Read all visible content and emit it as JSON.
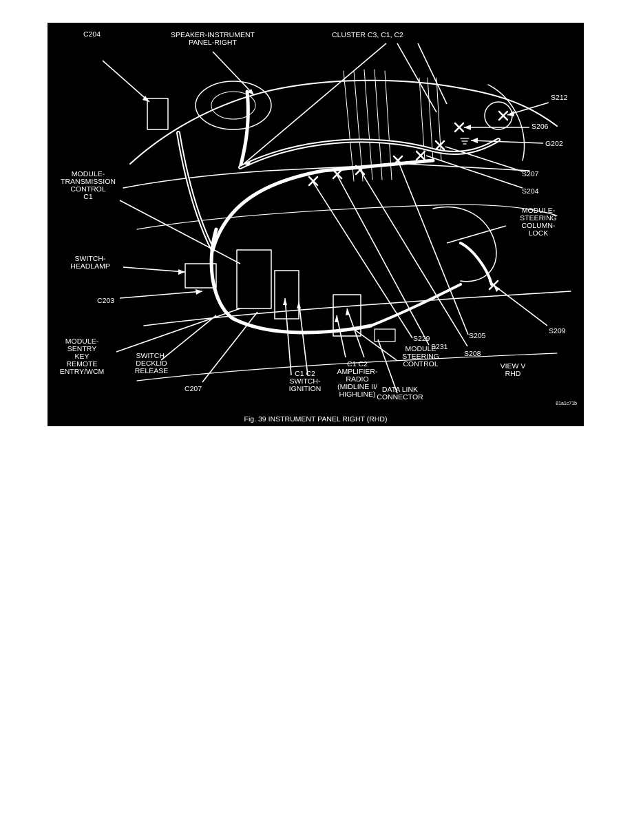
{
  "colors": {
    "page": "#ffffff",
    "figure_bg": "#000000",
    "ink": "#ffffff"
  },
  "figure": {
    "caption": "Fig. 39  INSTRUMENT PANEL RIGHT (RHD)",
    "code": "81a1c71b",
    "labels": {
      "c204": "C204",
      "speaker": "SPEAKER-INSTRUMENT\nPANEL-RIGHT",
      "cluster": "CLUSTER C3,   C1,   C2",
      "s212": "S212",
      "s206": "S206",
      "g202": "G202",
      "s207": "S207",
      "s204": "S204",
      "module_tcm": "MODULE-\nTRANSMISSION\nCONTROL\nC1",
      "module_scl": "MODULE-\nSTEERING\nCOLUMN-\nLOCK",
      "switch_headlamp": "SWITCH-\nHEADLAMP",
      "c203": "C203",
      "module_skrew": "MODULE-\nSENTRY\nKEY\nREMOTE\nENTRY/WCM",
      "switch_decklid": "SWITCH-\nDECKLID\nRELEASE",
      "c207": "C207",
      "switch_ignition": "C1    C2\nSWITCH-\nIGNITION",
      "amplifier": "C1    C2\nAMPLIFIER-\nRADIO\n(MIDLINE II/\nHIGHLINE)",
      "module_sc": "MODULE\nSTEERING\nCONTROL",
      "dlc": "DATA LINK\nCONNECTOR",
      "s229": "S229",
      "s231": "S231",
      "s208": "S208",
      "s205": "S205",
      "s209": "S209",
      "view": "VIEW V\nRHD"
    }
  }
}
